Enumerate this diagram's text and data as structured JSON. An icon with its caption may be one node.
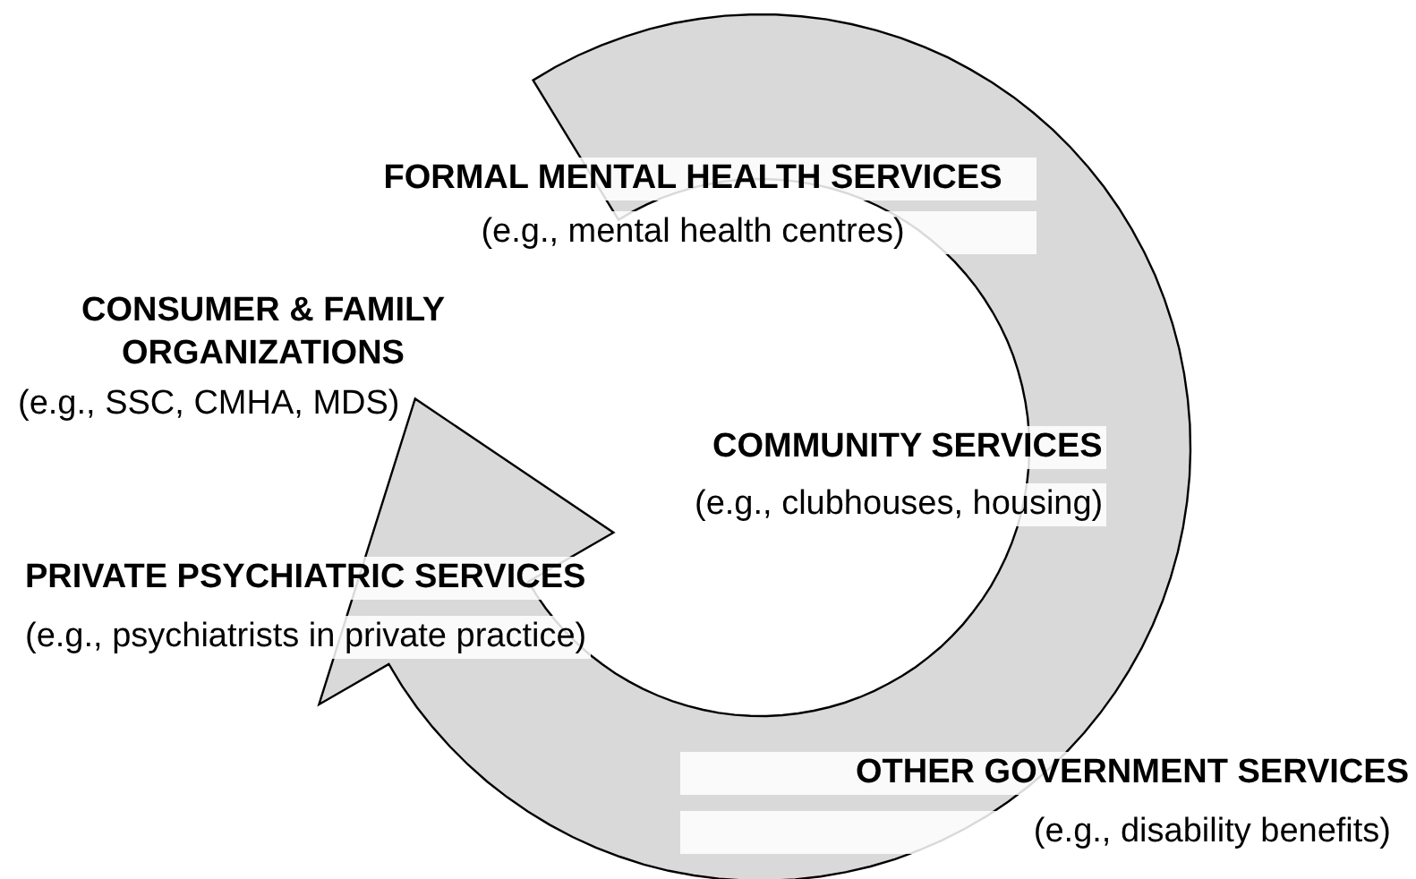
{
  "diagram": {
    "labels": [
      "FORMAL MENTAL HEALTH SERVICES",
      "(e.g., mental health centres)",
      "CONSUMER & FAMILY ORGANIZATIONS",
      "(e.g., SSC, CMHA, MDS)",
      "COMMUNITY SERVICES",
      "(e.g., clubhouses, housing)",
      "PRIVATE PSYCHIATRIC SERVICES",
      "(e.g., psychiatrists in private practice)",
      "OTHER GOVERNMENT SERVICES",
      "(e.g., disability benefits)"
    ]
  }
}
